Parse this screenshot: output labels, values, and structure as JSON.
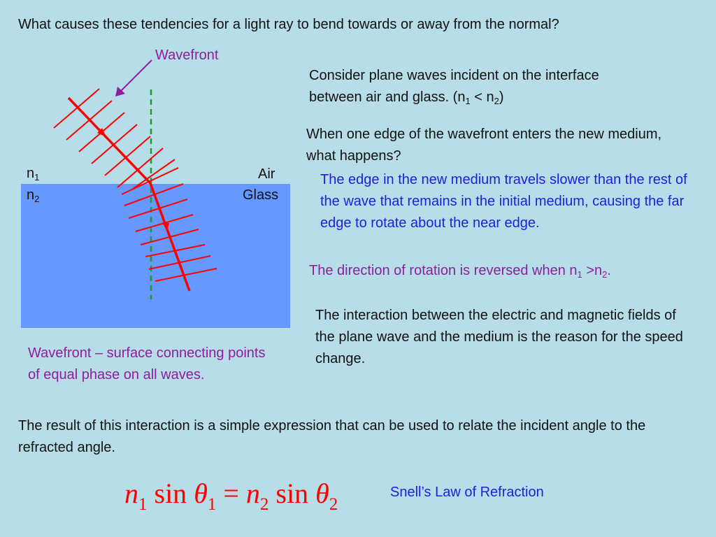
{
  "question": "What causes these tendencies for a light ray to bend towards or away from the normal?",
  "wavefront_label": "Wavefront",
  "labels": {
    "n": "n",
    "sub1": "1",
    "sub2": "2",
    "air": "Air",
    "glass": "Glass"
  },
  "consider": {
    "line1": "Consider plane waves incident on the interface",
    "line2_start": "between air and glass. (n",
    "line2_mid": " < n",
    "line2_end": ")"
  },
  "edge_question": "When one edge of the wavefront enters the new medium, what happens?",
  "answer": "The edge in the new medium travels slower than the rest of the wave that remains in the initial medium, causing the far edge to rotate about the near edge.",
  "reversed": {
    "start": "The direction of rotation is reversed when n",
    "mid": " >n",
    "end": "."
  },
  "interaction": "The interaction between the electric and magnetic fields of the plane wave and the medium is the reason for the speed change.",
  "definition": "Wavefront – surface connecting points of equal phase on all waves.",
  "result": "The result of this interaction is a simple expression that can be used to relate the incident angle to the refracted angle.",
  "equation": {
    "n": "n",
    "sin": "sin",
    "theta": "θ",
    "equals": " = ",
    "s1": "1",
    "s2": "2"
  },
  "snell_label": "Snell’s Law of Refraction",
  "colors": {
    "background": "#b7dde8",
    "glass": "#6698ff",
    "ray": "#ff0000",
    "normal": "#1f9a2c",
    "arrow": "#8e1e9c",
    "purple_text": "#8e1e9c",
    "blue_text": "#1c1ee0"
  }
}
